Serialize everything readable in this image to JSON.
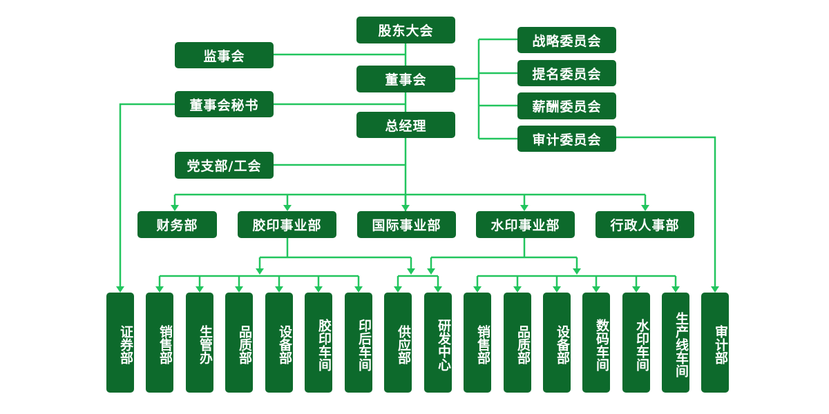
{
  "colors": {
    "box": "#0d6a2c",
    "line": "#22c55e",
    "text": "#ffffff"
  },
  "top": {
    "shareholders": "股东大会",
    "supervisors": "监事会",
    "board": "董事会",
    "secretary": "董事会秘书",
    "gm": "总经理",
    "party": "党支部/工会"
  },
  "committees": [
    "战略委员会",
    "提名委员会",
    "薪酬委员会",
    "审计委员会"
  ],
  "departments": [
    "财务部",
    "胶印事业部",
    "国际事业部",
    "水印事业部",
    "行政人事部"
  ],
  "units": [
    "证券部",
    "销售部",
    "生管办",
    "品质部",
    "设备部",
    "胶印车间",
    "印后车间",
    "供应部",
    "研发中心",
    "销售部",
    "品质部",
    "设备部",
    "数码车间",
    "水印车间",
    "生产线车间",
    "审计部"
  ]
}
